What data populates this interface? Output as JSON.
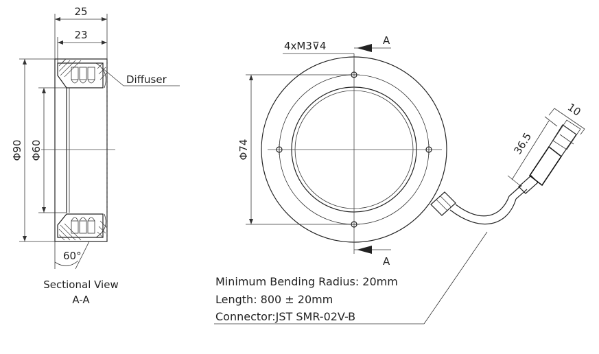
{
  "section_view": {
    "dim_outer_width": "25",
    "dim_inner_width": "23",
    "dim_outer_dia": "Φ90",
    "dim_inner_dia": "Φ60",
    "dim_angle": "60°",
    "label_diffuser": "Diffuser",
    "caption_line1": "Sectional View",
    "caption_line2": "A-A"
  },
  "front_view": {
    "hole_callout": "4xM3⊽4",
    "section_mark_top": "A",
    "section_mark_bottom": "A",
    "dim_bolt_circle": "Φ74",
    "dim_cable_len": "36.5",
    "dim_connector_w": "10"
  },
  "notes": {
    "line1": "Minimum Bending Radius: 20mm",
    "line2": "Length: 800 ± 20mm",
    "line3": "Connector:JST SMR-02V-B"
  }
}
